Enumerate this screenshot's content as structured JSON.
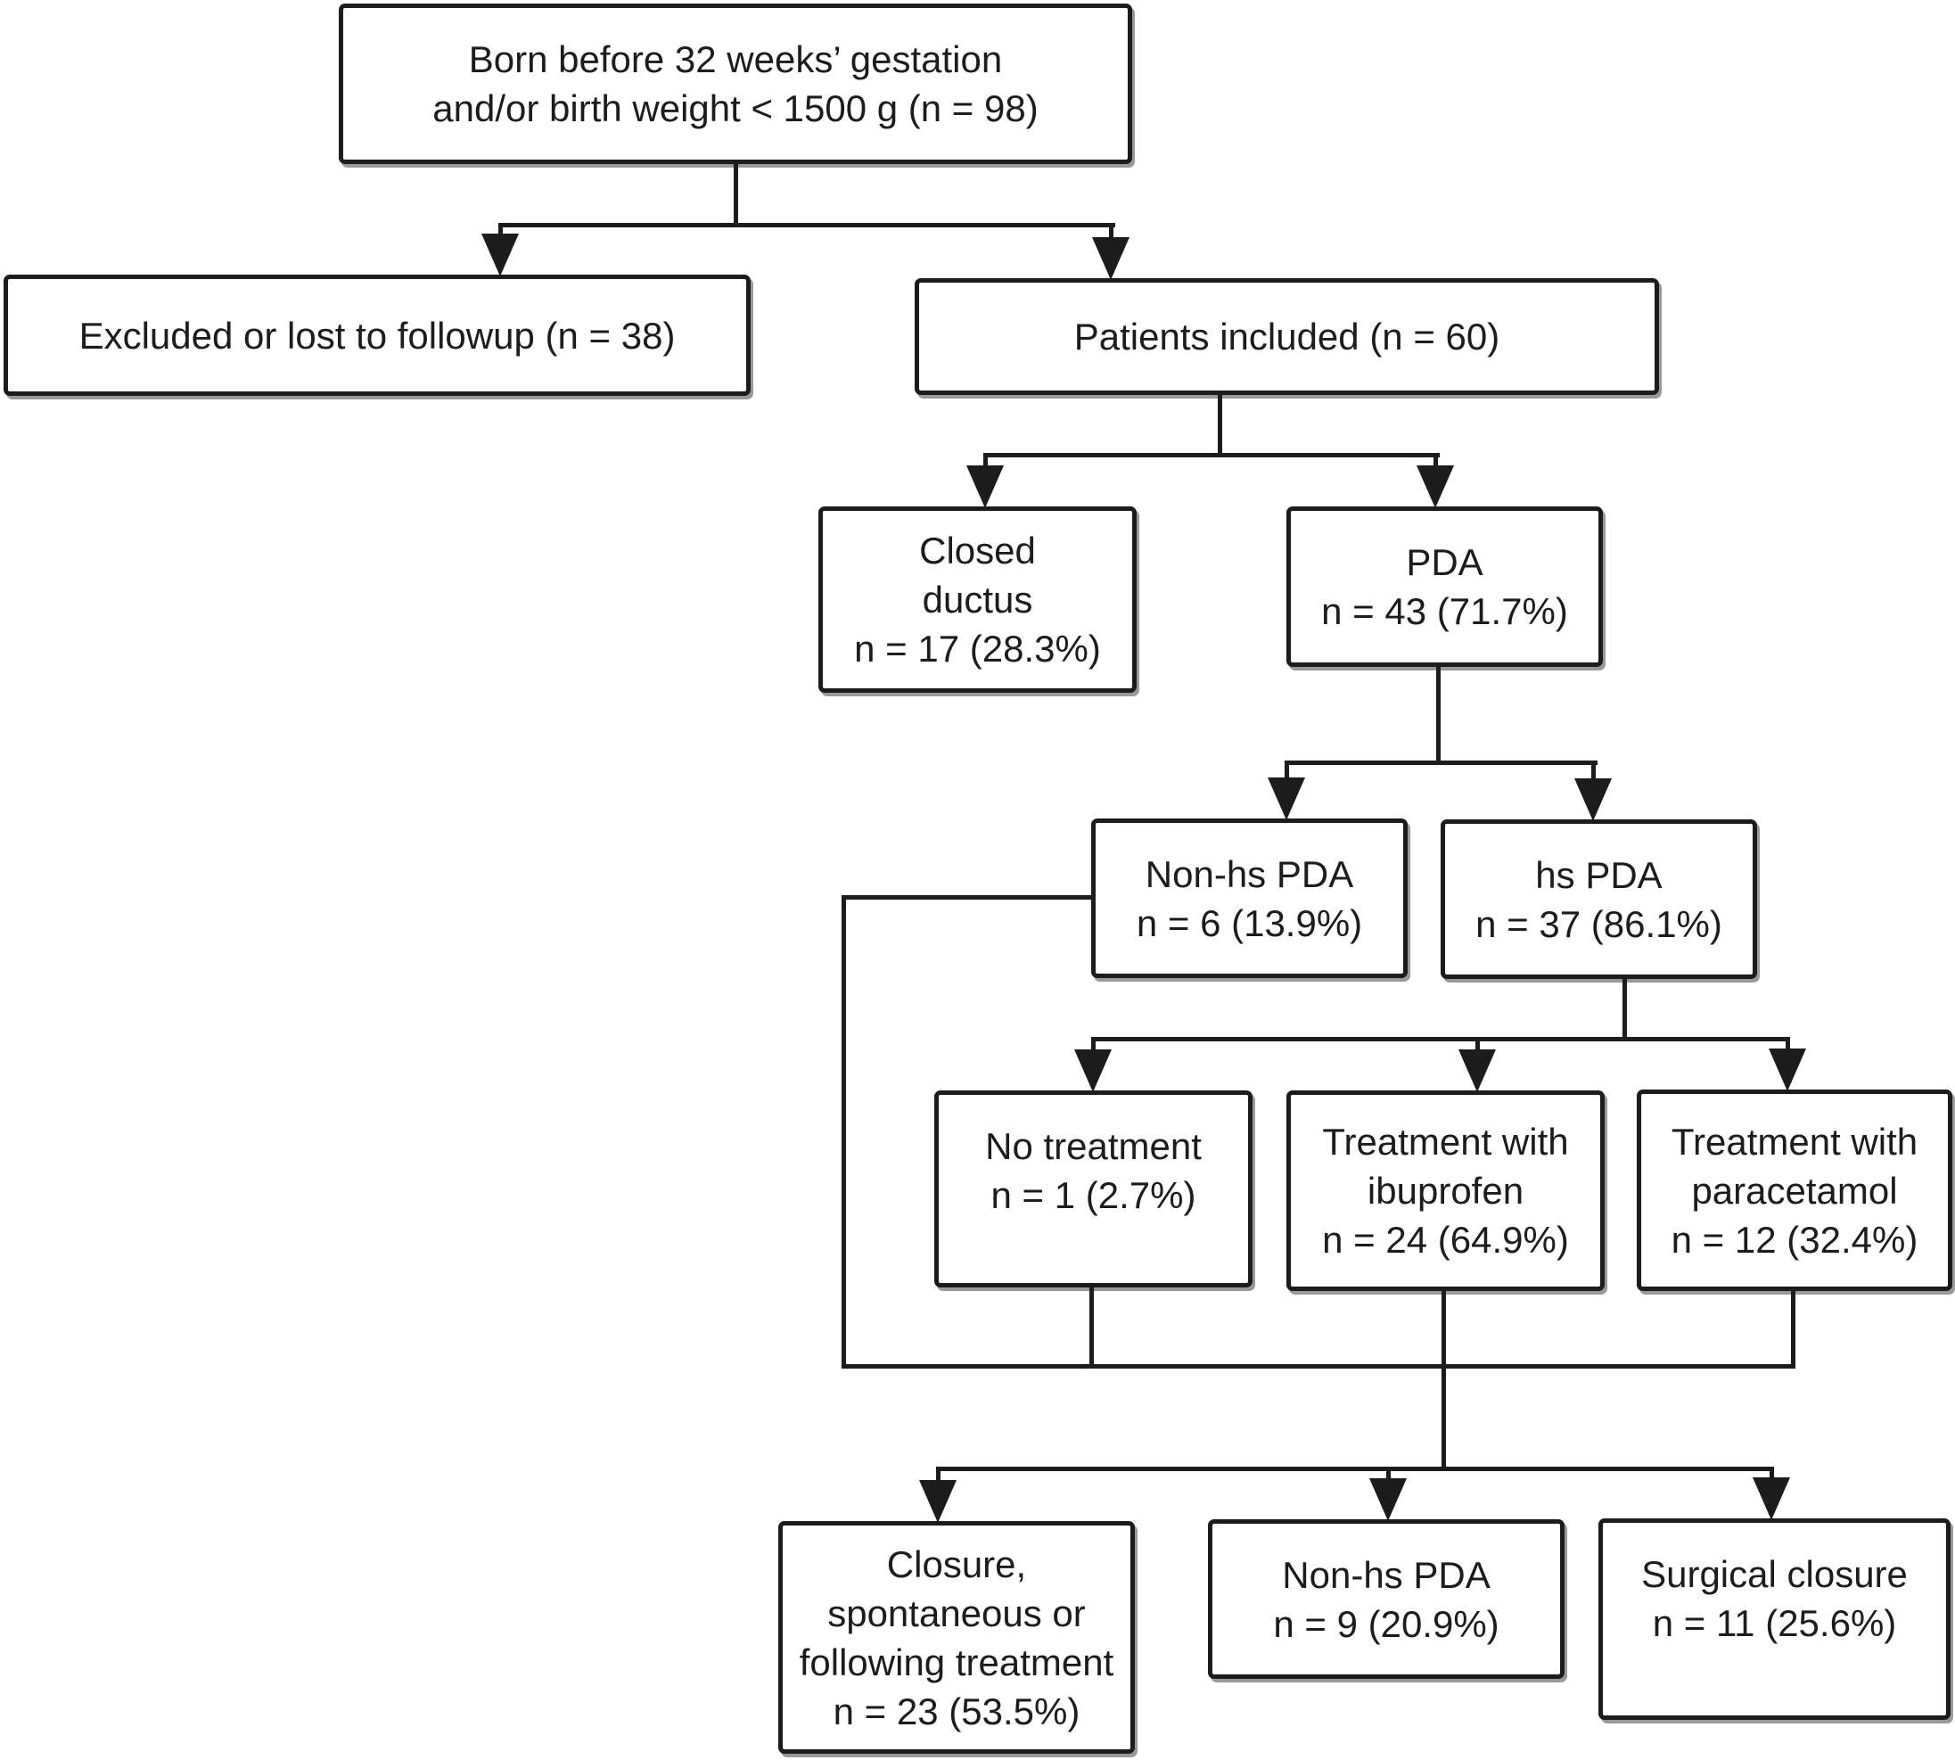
{
  "figure": {
    "kind": "patient-flow-diagram",
    "colors": {
      "ink": "#1c1c1c",
      "background": "#ffffff"
    }
  },
  "boxes": {
    "eligible": {
      "lines": [
        "Born before 32 weeks’ gestation",
        "and/or birth weight < 1500 g (n = 98)"
      ]
    },
    "excluded": {
      "lines": [
        "Excluded or lost to followup (n = 38)"
      ]
    },
    "included": {
      "lines": [
        "Patients included (n = 60)"
      ]
    },
    "closed_ductus": {
      "lines": [
        "Closed",
        "ductus",
        "n = 17 (28.3%)"
      ]
    },
    "pda": {
      "lines": [
        "PDA",
        "n = 43 (71.7%)"
      ]
    },
    "non_hs_pda": {
      "lines": [
        "Non-hs PDA",
        "n = 6 (13.9%)"
      ]
    },
    "hs_pda": {
      "lines": [
        "hs PDA",
        "n = 37 (86.1%)"
      ]
    },
    "no_treatment": {
      "lines": [
        "No treatment",
        "n = 1 (2.7%)"
      ]
    },
    "ibuprofen": {
      "lines": [
        "Treatment with",
        "ibuprofen",
        "n = 24 (64.9%)"
      ]
    },
    "paracetamol": {
      "lines": [
        "Treatment with",
        "paracetamol",
        "n = 12 (32.4%)"
      ]
    },
    "closure": {
      "lines": [
        "Closure,",
        "spontaneous or",
        "following treatment",
        "n = 23 (53.5%)"
      ]
    },
    "non_hs_pda_outcome": {
      "lines": [
        "Non-hs PDA",
        "n = 9 (20.9%)"
      ]
    },
    "surgical_closure": {
      "lines": [
        "Surgical closure",
        "n = 11 (25.6%)"
      ]
    }
  },
  "edges": [
    {
      "from": "eligible",
      "to": "excluded"
    },
    {
      "from": "eligible",
      "to": "included"
    },
    {
      "from": "included",
      "to": "closed_ductus"
    },
    {
      "from": "included",
      "to": "pda"
    },
    {
      "from": "pda",
      "to": "non_hs_pda"
    },
    {
      "from": "pda",
      "to": "hs_pda"
    },
    {
      "from": "hs_pda",
      "to": "no_treatment"
    },
    {
      "from": "hs_pda",
      "to": "ibuprofen"
    },
    {
      "from": "hs_pda",
      "to": "paracetamol"
    },
    {
      "from": [
        "non_hs_pda",
        "no_treatment",
        "ibuprofen",
        "paracetamol"
      ],
      "to": [
        "closure",
        "non_hs_pda_outcome",
        "surgical_closure"
      ]
    }
  ]
}
